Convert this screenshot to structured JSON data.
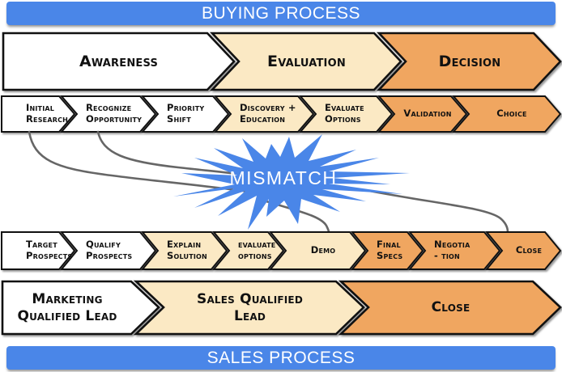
{
  "palette": {
    "blue": "#4A86E8",
    "white": "#FFFFFF",
    "cream": "#FBE9C4",
    "orange": "#F0A660",
    "outline": "#111111",
    "connector": "#666666",
    "label": "#111111"
  },
  "banners": {
    "top": "BUYING PROCESS",
    "bottom": "SALES PROCESS"
  },
  "mismatch_label": "MISMATCH",
  "buying": {
    "stages": [
      {
        "label": "Awareness",
        "color": "white"
      },
      {
        "label": "Evaluation",
        "color": "cream"
      },
      {
        "label": "Decision",
        "color": "orange"
      }
    ],
    "steps": [
      {
        "label": "Initial\nResearch",
        "color": "white"
      },
      {
        "label": "Recognize\nOpportunity",
        "color": "white"
      },
      {
        "label": "Priority\nShift",
        "color": "white"
      },
      {
        "label": "Discovery +\nEducation",
        "color": "cream"
      },
      {
        "label": "Evaluate\nOptions",
        "color": "cream"
      },
      {
        "label": "Validation",
        "color": "orange"
      },
      {
        "label": "Choice",
        "color": "orange"
      }
    ]
  },
  "selling": {
    "steps": [
      {
        "label": "Target\nProspects",
        "color": "white"
      },
      {
        "label": "Qualify\nProspects",
        "color": "white"
      },
      {
        "label": "Explain\nSolution",
        "color": "cream"
      },
      {
        "label": "evaluate\noptions",
        "color": "cream"
      },
      {
        "label": "Demo",
        "color": "cream"
      },
      {
        "label": "Final\nSpecs",
        "color": "orange"
      },
      {
        "label": "Negotia\n- tion",
        "color": "orange"
      },
      {
        "label": "Close",
        "color": "orange"
      }
    ],
    "stages": [
      {
        "label": "Marketing\nQualified Lead",
        "color": "white"
      },
      {
        "label": "Sales Qualified\nLead",
        "color": "cream"
      },
      {
        "label": "Close",
        "color": "orange"
      }
    ]
  }
}
